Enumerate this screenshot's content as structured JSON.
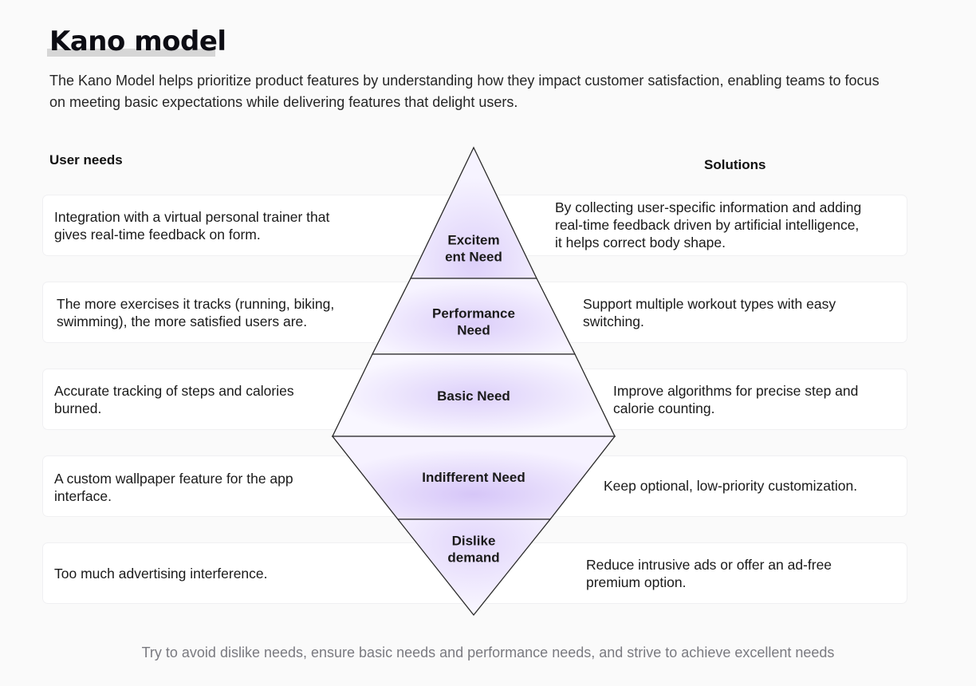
{
  "title": "Kano model",
  "description": "The Kano Model helps prioritize product features by understanding how they impact customer satisfaction, enabling teams to focus on meeting basic expectations while delivering features that delight users.",
  "headers": {
    "user_needs": "User needs",
    "solutions": "Solutions"
  },
  "levels": [
    {
      "label_lines": [
        "Excitem",
        "ent Need"
      ],
      "need_lines": [
        "Integration with a virtual personal trainer that",
        "gives real-time feedback on form."
      ],
      "solution_lines": [
        "By collecting user-specific information and adding",
        "real-time feedback driven by artificial intelligence,",
        "it helps correct body shape."
      ]
    },
    {
      "label_lines": [
        "Performance",
        "Need"
      ],
      "need_lines": [
        "The more exercises it tracks (running, biking,",
        "swimming), the more satisfied users are."
      ],
      "solution_lines": [
        "Support multiple workout types with easy",
        "switching."
      ]
    },
    {
      "label_lines": [
        "Basic Need"
      ],
      "need_lines": [
        "Accurate tracking of steps and calories",
        "burned."
      ],
      "solution_lines": [
        "Improve algorithms for precise step and",
        "calorie counting."
      ]
    },
    {
      "label_lines": [
        "Indifferent Need"
      ],
      "need_lines": [
        "A custom wallpaper feature for the app",
        "interface."
      ],
      "solution_lines": [
        "Keep optional, low-priority customization."
      ]
    },
    {
      "label_lines": [
        "Dislike",
        "demand"
      ],
      "need_lines": [
        "Too much advertising interference."
      ],
      "solution_lines": [
        "Reduce intrusive ads or offer an ad-free",
        "premium option."
      ]
    }
  ],
  "footer": "Try to avoid dislike needs, ensure basic needs and performance needs, and strive to achieve excellent needs",
  "colors": {
    "fill_light": "#f4f0ff",
    "fill_mid": "#ddd0fa",
    "stroke": "#2a2a2a",
    "card": "#ffffff",
    "background": "#fafafa"
  }
}
